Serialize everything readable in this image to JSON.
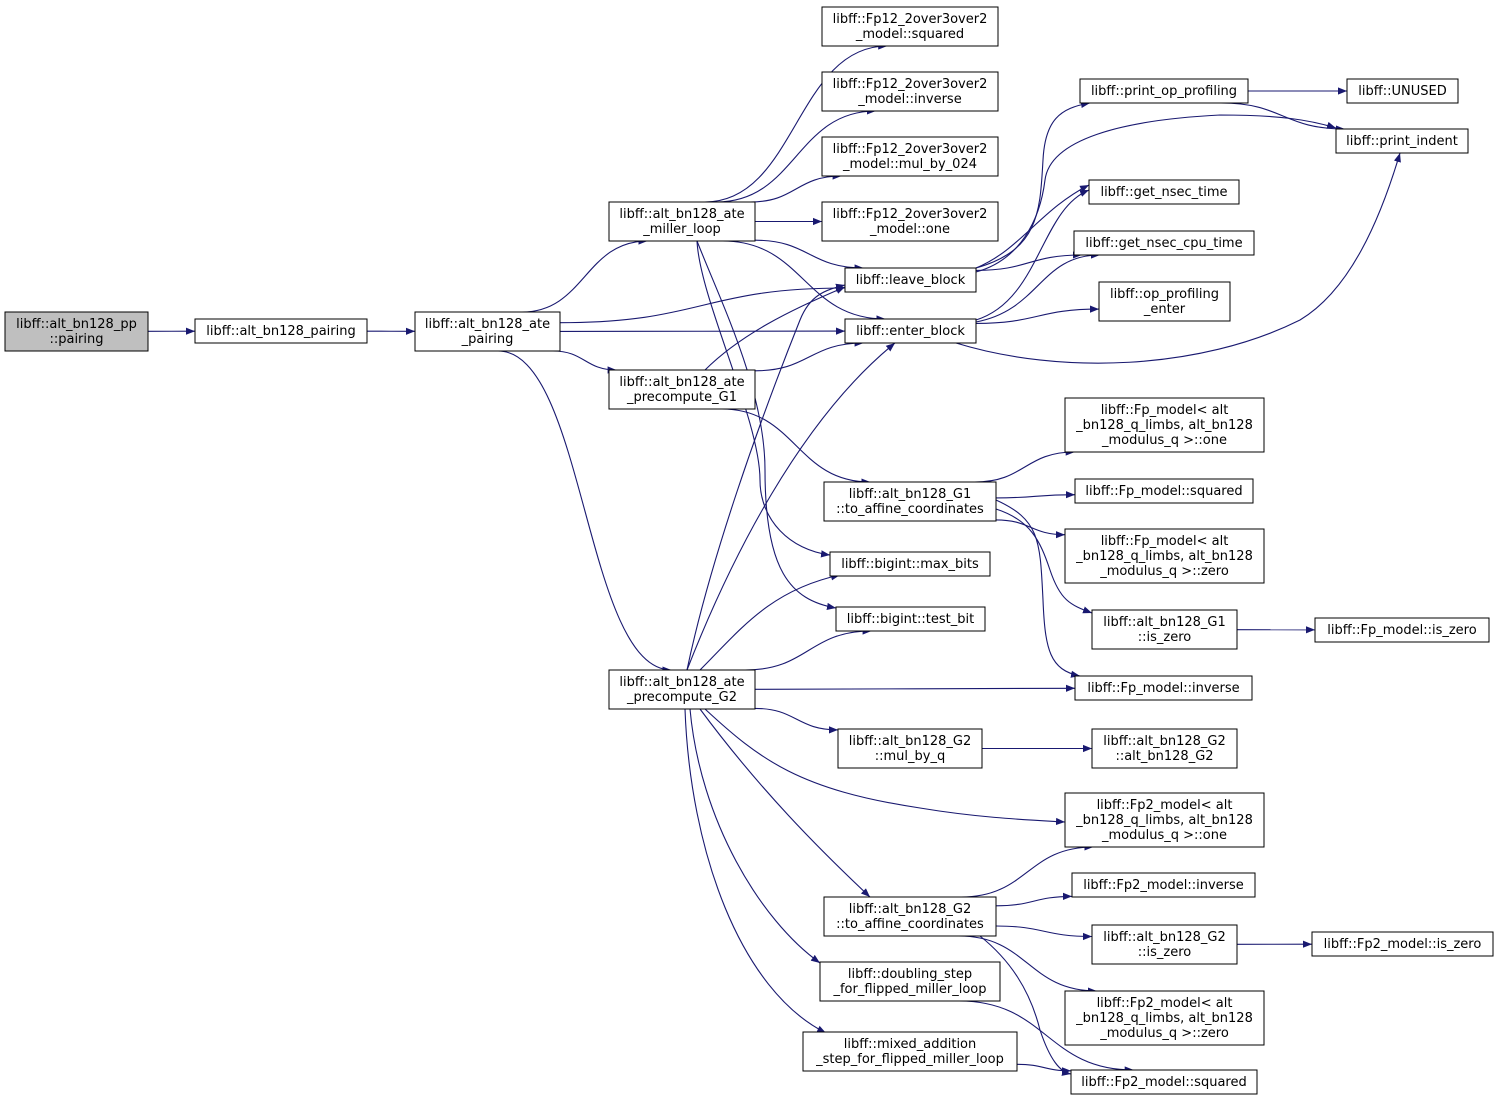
{
  "colors": {
    "edge": "#191970",
    "node_fill": "#ffffff",
    "root_fill": "#bfbfbf",
    "node_border": "#000000"
  },
  "nodes": [
    {
      "id": "pp_pairing",
      "lines": [
        "libff::alt_bn128_pp",
        "::pairing"
      ],
      "root": true
    },
    {
      "id": "pairing",
      "lines": [
        "libff::alt_bn128_pairing"
      ]
    },
    {
      "id": "ate_pairing",
      "lines": [
        "libff::alt_bn128_ate",
        "_pairing"
      ]
    },
    {
      "id": "fp12_squared",
      "lines": [
        "libff::Fp12_2over3over2",
        "_model::squared"
      ]
    },
    {
      "id": "fp12_inverse",
      "lines": [
        "libff::Fp12_2over3over2",
        "_model::inverse"
      ]
    },
    {
      "id": "fp12_mul024",
      "lines": [
        "libff::Fp12_2over3over2",
        "_model::mul_by_024"
      ]
    },
    {
      "id": "fp12_one",
      "lines": [
        "libff::Fp12_2over3over2",
        "_model::one"
      ]
    },
    {
      "id": "miller_loop",
      "lines": [
        "libff::alt_bn128_ate",
        "_miller_loop"
      ]
    },
    {
      "id": "print_op",
      "lines": [
        "libff::print_op_profiling"
      ]
    },
    {
      "id": "unused",
      "lines": [
        "libff::UNUSED"
      ]
    },
    {
      "id": "print_indent",
      "lines": [
        "libff::print_indent"
      ]
    },
    {
      "id": "nsec",
      "lines": [
        "libff::get_nsec_time"
      ]
    },
    {
      "id": "nsec_cpu",
      "lines": [
        "libff::get_nsec_cpu_time"
      ]
    },
    {
      "id": "leave",
      "lines": [
        "libff::leave_block"
      ]
    },
    {
      "id": "op_enter",
      "lines": [
        "libff::op_profiling",
        "_enter"
      ]
    },
    {
      "id": "enter",
      "lines": [
        "libff::enter_block"
      ]
    },
    {
      "id": "pre_g1",
      "lines": [
        "libff::alt_bn128_ate",
        "_precompute_G1"
      ]
    },
    {
      "id": "fp_one",
      "lines": [
        "libff::Fp_model< alt",
        "_bn128_q_limbs, alt_bn128",
        "_modulus_q >::one"
      ]
    },
    {
      "id": "g1_affine",
      "lines": [
        "libff::alt_bn128_G1",
        "::to_affine_coordinates"
      ]
    },
    {
      "id": "fp_squared",
      "lines": [
        "libff::Fp_model::squared"
      ]
    },
    {
      "id": "fp_zero",
      "lines": [
        "libff::Fp_model< alt",
        "_bn128_q_limbs, alt_bn128",
        "_modulus_q >::zero"
      ]
    },
    {
      "id": "max_bits",
      "lines": [
        "libff::bigint::max_bits"
      ]
    },
    {
      "id": "test_bit",
      "lines": [
        "libff::bigint::test_bit"
      ]
    },
    {
      "id": "g1_is_zero",
      "lines": [
        "libff::alt_bn128_G1",
        "::is_zero"
      ]
    },
    {
      "id": "fp_is_zero",
      "lines": [
        "libff::Fp_model::is_zero"
      ]
    },
    {
      "id": "pre_g2",
      "lines": [
        "libff::alt_bn128_ate",
        "_precompute_G2"
      ]
    },
    {
      "id": "fp_inverse",
      "lines": [
        "libff::Fp_model::inverse"
      ]
    },
    {
      "id": "g2_mul_q",
      "lines": [
        "libff::alt_bn128_G2",
        "::mul_by_q"
      ]
    },
    {
      "id": "g2_ctor",
      "lines": [
        "libff::alt_bn128_G2",
        "::alt_bn128_G2"
      ]
    },
    {
      "id": "fp2_one",
      "lines": [
        "libff::Fp2_model< alt",
        "_bn128_q_limbs, alt_bn128",
        "_modulus_q >::one"
      ]
    },
    {
      "id": "fp2_inverse",
      "lines": [
        "libff::Fp2_model::inverse"
      ]
    },
    {
      "id": "g2_affine",
      "lines": [
        "libff::alt_bn128_G2",
        "::to_affine_coordinates"
      ]
    },
    {
      "id": "g2_is_zero",
      "lines": [
        "libff::alt_bn128_G2",
        "::is_zero"
      ]
    },
    {
      "id": "fp2_is_zero",
      "lines": [
        "libff::Fp2_model::is_zero"
      ]
    },
    {
      "id": "doubling",
      "lines": [
        "libff::doubling_step",
        "_for_flipped_miller_loop"
      ]
    },
    {
      "id": "fp2_zero",
      "lines": [
        "libff::Fp2_model< alt",
        "_bn128_q_limbs, alt_bn128",
        "_modulus_q >::zero"
      ]
    },
    {
      "id": "mixed_add",
      "lines": [
        "libff::mixed_addition",
        "_step_for_flipped_miller_loop"
      ]
    },
    {
      "id": "fp2_squared",
      "lines": [
        "libff::Fp2_model::squared"
      ]
    }
  ],
  "edges": [
    [
      "pp_pairing",
      "pairing"
    ],
    [
      "pairing",
      "ate_pairing"
    ],
    [
      "ate_pairing",
      "miller_loop"
    ],
    [
      "ate_pairing",
      "leave"
    ],
    [
      "ate_pairing",
      "enter"
    ],
    [
      "ate_pairing",
      "pre_g1"
    ],
    [
      "ate_pairing",
      "pre_g2"
    ],
    [
      "miller_loop",
      "fp12_squared"
    ],
    [
      "miller_loop",
      "fp12_inverse"
    ],
    [
      "miller_loop",
      "fp12_mul024"
    ],
    [
      "miller_loop",
      "fp12_one"
    ],
    [
      "miller_loop",
      "leave"
    ],
    [
      "miller_loop",
      "enter"
    ],
    [
      "miller_loop",
      "max_bits"
    ],
    [
      "miller_loop",
      "test_bit"
    ],
    [
      "leave",
      "print_op"
    ],
    [
      "leave",
      "print_indent"
    ],
    [
      "leave",
      "nsec"
    ],
    [
      "leave",
      "nsec_cpu"
    ],
    [
      "enter",
      "nsec"
    ],
    [
      "enter",
      "nsec_cpu"
    ],
    [
      "enter",
      "op_enter"
    ],
    [
      "enter",
      "print_indent"
    ],
    [
      "print_op",
      "unused"
    ],
    [
      "print_op",
      "print_indent"
    ],
    [
      "pre_g1",
      "leave"
    ],
    [
      "pre_g1",
      "enter"
    ],
    [
      "pre_g1",
      "g1_affine"
    ],
    [
      "g1_affine",
      "fp_one"
    ],
    [
      "g1_affine",
      "fp_squared"
    ],
    [
      "g1_affine",
      "fp_zero"
    ],
    [
      "g1_affine",
      "g1_is_zero"
    ],
    [
      "g1_affine",
      "fp_inverse"
    ],
    [
      "g1_is_zero",
      "fp_is_zero"
    ],
    [
      "pre_g2",
      "leave"
    ],
    [
      "pre_g2",
      "enter"
    ],
    [
      "pre_g2",
      "max_bits"
    ],
    [
      "pre_g2",
      "test_bit"
    ],
    [
      "pre_g2",
      "fp_inverse"
    ],
    [
      "pre_g2",
      "g2_mul_q"
    ],
    [
      "pre_g2",
      "fp2_one"
    ],
    [
      "pre_g2",
      "g2_affine"
    ],
    [
      "pre_g2",
      "doubling"
    ],
    [
      "pre_g2",
      "mixed_add"
    ],
    [
      "g2_mul_q",
      "g2_ctor"
    ],
    [
      "g2_affine",
      "fp2_one"
    ],
    [
      "g2_affine",
      "fp2_inverse"
    ],
    [
      "g2_affine",
      "g2_is_zero"
    ],
    [
      "g2_affine",
      "fp2_zero"
    ],
    [
      "g2_affine",
      "fp2_squared"
    ],
    [
      "g2_is_zero",
      "fp2_is_zero"
    ],
    [
      "doubling",
      "fp2_squared"
    ],
    [
      "mixed_add",
      "fp2_squared"
    ]
  ]
}
